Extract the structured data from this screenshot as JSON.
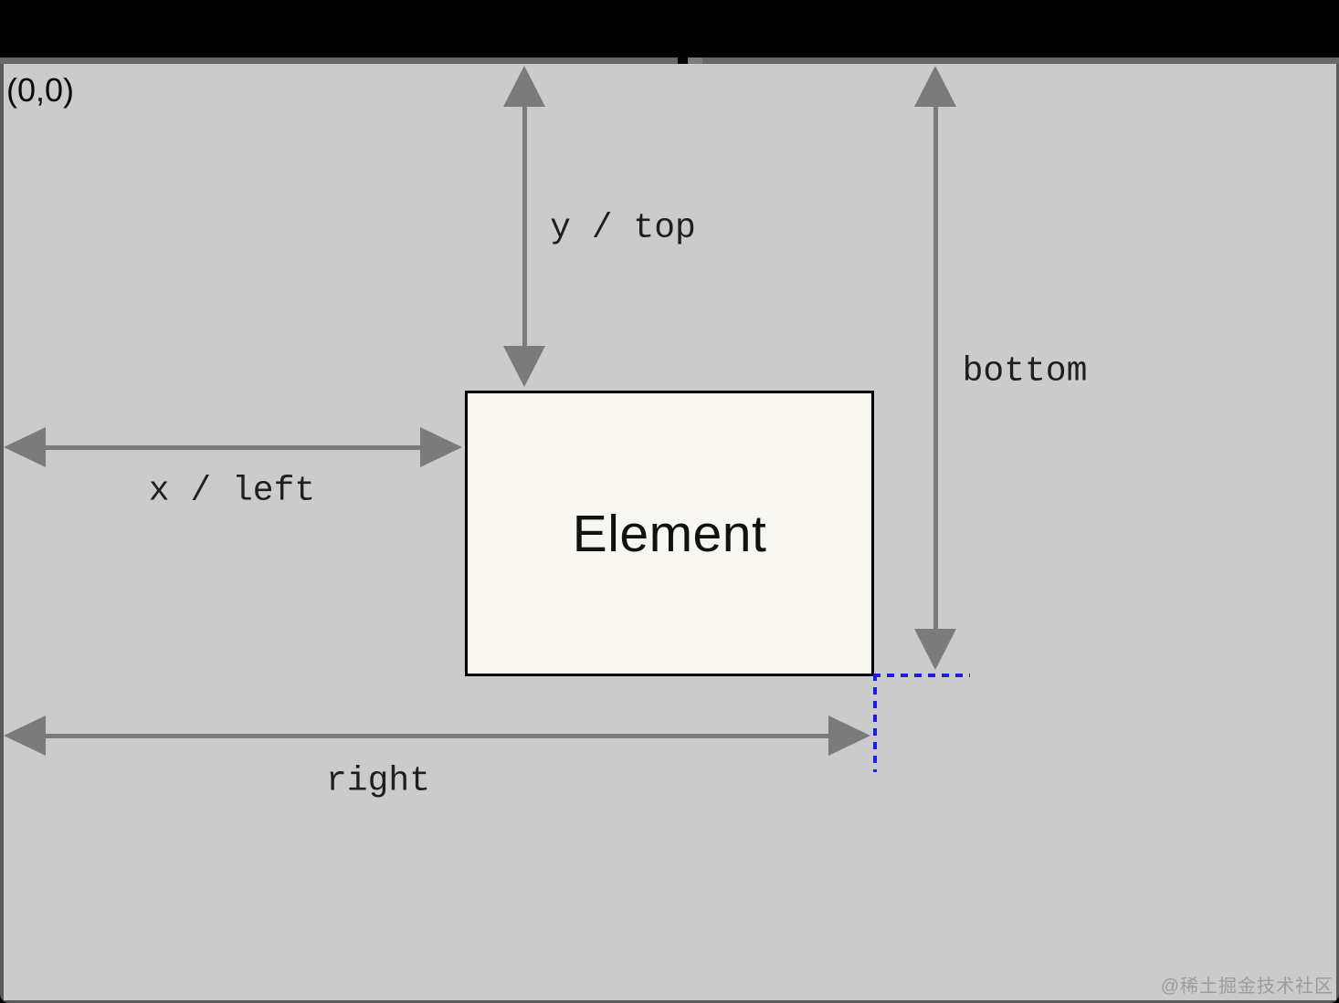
{
  "diagram": {
    "origin_label": "(0,0)",
    "element_label": "Element",
    "arrow_labels": {
      "top": "y / top",
      "left": "x / left",
      "right": "right",
      "bottom": "bottom"
    },
    "watermark": "@稀土掘金技术社区",
    "colors": {
      "canvas_background": "#cbcbcb",
      "frame": "#5a5a5a",
      "letterbox": "#000000",
      "arrow": "#7b7b7b",
      "label_text": "#1f1f1f",
      "element_fill": "#f8f6f0",
      "element_border": "#000000",
      "guide_blue": "#1d1de0",
      "watermark_text": "#9c9c9c"
    }
  }
}
